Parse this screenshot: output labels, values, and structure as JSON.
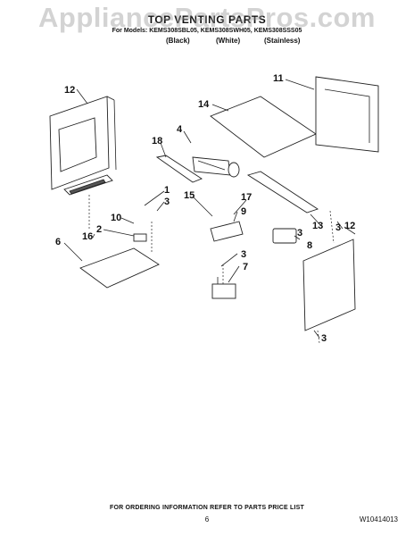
{
  "watermark": "AppliancePartsPros.com",
  "header": {
    "title": "TOP VENTING PARTS",
    "models": "For Models: KEMS308SBL05, KEMS308SWH05, KEMS308SSS05",
    "finishes": [
      "(Black)",
      "(White)",
      "(Stainless)"
    ]
  },
  "callouts": [
    "12",
    "14",
    "11",
    "4",
    "18",
    "1",
    "3",
    "10",
    "2",
    "16",
    "6",
    "15",
    "17",
    "9",
    "3",
    "8",
    "13",
    "3",
    "12",
    "3",
    "7",
    "3"
  ],
  "footer": {
    "ordering_note": "FOR ORDERING INFORMATION REFER TO PARTS PRICE LIST",
    "page_number": "6",
    "document_number": "W10414013"
  }
}
